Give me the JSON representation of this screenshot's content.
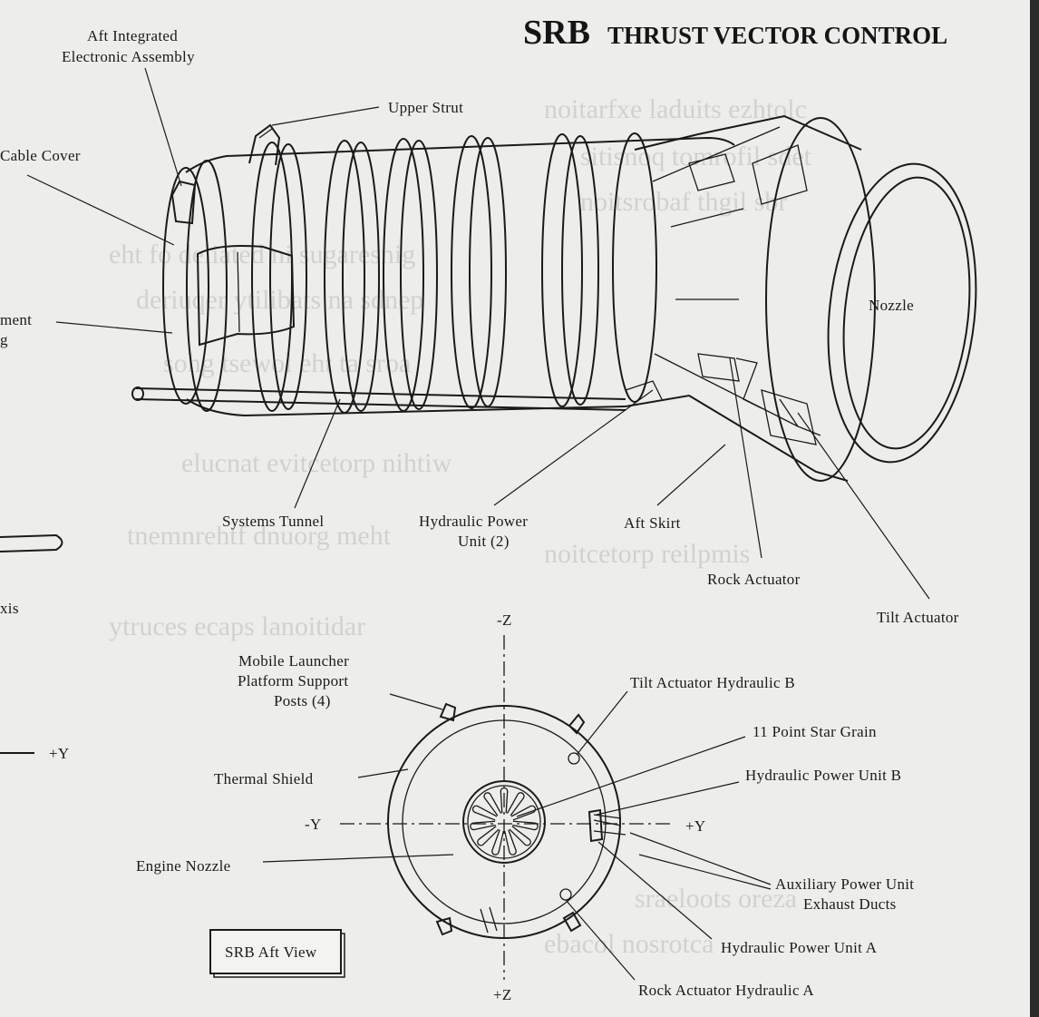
{
  "title": {
    "prefix": "SRB",
    "rest": "THRUST VECTOR CONTROL"
  },
  "side_view": {
    "labels": {
      "aft_integrated_1": "Aft Integrated",
      "aft_integrated_2": "Electronic Assembly",
      "upper_strut": "Upper Strut",
      "cable_cover": "Cable Cover",
      "attachment_partial": "ment",
      "attachment_partial_2": "g",
      "nozzle": "Nozzle",
      "systems_tunnel": "Systems Tunnel",
      "hpu_1": "Hydraulic Power",
      "hpu_2": "Unit (2)",
      "aft_skirt": "Aft Skirt",
      "rock_actuator": "Rock Actuator",
      "tilt_actuator": "Tilt Actuator",
      "axis_partial": "xis"
    }
  },
  "aft_view": {
    "box_label": "SRB Aft View",
    "axes": {
      "minus_z": "-Z",
      "plus_z": "+Z",
      "minus_y": "-Y",
      "plus_y": "+Y",
      "left_plus_y": "+Y"
    },
    "labels": {
      "mlp_1": "Mobile Launcher",
      "mlp_2": "Platform Support",
      "mlp_3": "Posts (4)",
      "tilt_hyd_b": "Tilt Actuator Hydraulic B",
      "star_grain": "11 Point Star Grain",
      "thermal_shield": "Thermal Shield",
      "hpu_b": "Hydraulic Power Unit B",
      "engine_nozzle": "Engine Nozzle",
      "apu_1": "Auxiliary Power Unit",
      "apu_2": "Exhaust Ducts",
      "hpu_a": "Hydraulic Power Unit A",
      "rock_hyd_a": "Rock Actuator Hydraulic A"
    }
  }
}
